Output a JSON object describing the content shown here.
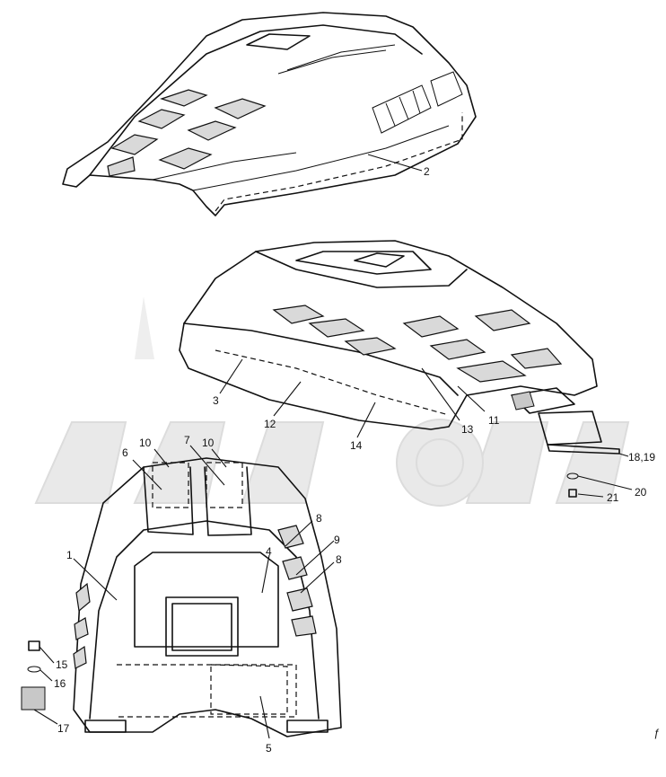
{
  "callouts": [
    {
      "id": "c2",
      "label": "2"
    },
    {
      "id": "c3",
      "label": "3"
    },
    {
      "id": "c12",
      "label": "12"
    },
    {
      "id": "c13",
      "label": "13"
    },
    {
      "id": "c11",
      "label": "11"
    },
    {
      "id": "c14",
      "label": "14"
    },
    {
      "id": "c1819",
      "label": "18,19"
    },
    {
      "id": "c20",
      "label": "20"
    },
    {
      "id": "c21",
      "label": "21"
    },
    {
      "id": "c6",
      "label": "6"
    },
    {
      "id": "c10a",
      "label": "10"
    },
    {
      "id": "c7",
      "label": "7"
    },
    {
      "id": "c10b",
      "label": "10"
    },
    {
      "id": "c8a",
      "label": "8"
    },
    {
      "id": "c9",
      "label": "9"
    },
    {
      "id": "c8b",
      "label": "8"
    },
    {
      "id": "c1",
      "label": "1"
    },
    {
      "id": "c4",
      "label": "4"
    },
    {
      "id": "c15",
      "label": "15"
    },
    {
      "id": "c16",
      "label": "16"
    },
    {
      "id": "c17",
      "label": "17"
    },
    {
      "id": "c5",
      "label": "5"
    }
  ],
  "icons": {
    "watermark": "gear-wheel-watermark-icon",
    "corner_mark": "f-mark-icon"
  },
  "colors": {
    "line": "#111111",
    "background": "#ffffff",
    "watermark": "#e9e9e9"
  }
}
